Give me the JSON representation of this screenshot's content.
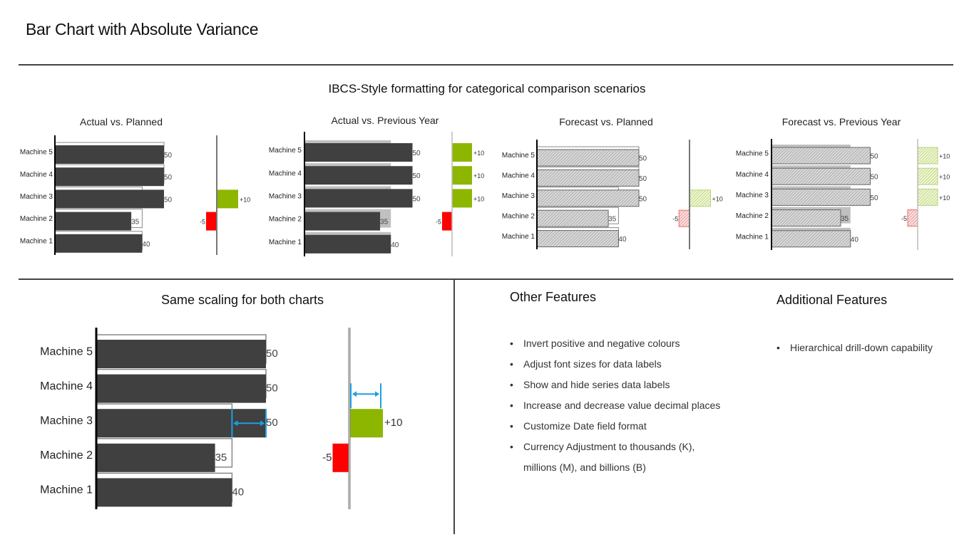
{
  "page": {
    "title": "Bar Chart with Absolute Variance",
    "subtitle": "IBCS-Style formatting for categorical comparison scenarios"
  },
  "colors": {
    "actual": "#404040",
    "planned_outline": "#888888",
    "previous_year": "#c0c0c0",
    "positive": "#8db600",
    "negative": "#ff0000",
    "positive_light": "#d4e6a0",
    "negative_light": "#f5a0a0",
    "annotation": "#1ea0e0",
    "divider": "#444444"
  },
  "chart_data": [
    {
      "type": "bar",
      "title": "Actual vs. Planned",
      "style": "actual-vs-plan",
      "categories": [
        "Machine 5",
        "Machine 4",
        "Machine 3",
        "Machine 2",
        "Machine 1"
      ],
      "series": [
        {
          "name": "Actual",
          "values": [
            50,
            50,
            50,
            35,
            40
          ]
        },
        {
          "name": "Planned",
          "values": [
            50,
            50,
            40,
            40,
            40
          ]
        }
      ],
      "variance": [
        0,
        0,
        10,
        -5,
        0
      ],
      "value_labels": [
        "50",
        "50",
        "50",
        "35",
        "40"
      ],
      "variance_labels": [
        "",
        "",
        "+10",
        "-5",
        ""
      ]
    },
    {
      "type": "bar",
      "title": "Actual vs. Previous Year",
      "style": "actual-vs-py",
      "categories": [
        "Machine 5",
        "Machine 4",
        "Machine 3",
        "Machine 2",
        "Machine 1"
      ],
      "series": [
        {
          "name": "Actual",
          "values": [
            50,
            50,
            50,
            35,
            40
          ]
        },
        {
          "name": "Previous Year",
          "values": [
            40,
            40,
            40,
            40,
            40
          ]
        }
      ],
      "variance": [
        10,
        10,
        10,
        -5,
        0
      ],
      "value_labels": [
        "50",
        "50",
        "50",
        "35",
        "40"
      ],
      "variance_labels": [
        "+10",
        "+10",
        "+10",
        "-5",
        ""
      ]
    },
    {
      "type": "bar",
      "title": "Forecast vs. Planned",
      "style": "forecast-vs-plan",
      "categories": [
        "Machine 5",
        "Machine 4",
        "Machine 3",
        "Machine 2",
        "Machine 1"
      ],
      "series": [
        {
          "name": "Forecast",
          "values": [
            50,
            50,
            50,
            35,
            40
          ]
        },
        {
          "name": "Planned",
          "values": [
            50,
            50,
            40,
            40,
            40
          ]
        }
      ],
      "variance": [
        0,
        0,
        10,
        -5,
        0
      ],
      "value_labels": [
        "50",
        "50",
        "50",
        "35",
        "40"
      ],
      "variance_labels": [
        "",
        "",
        "+10",
        "-5",
        ""
      ]
    },
    {
      "type": "bar",
      "title": "Forecast vs. Previous Year",
      "style": "forecast-vs-py",
      "categories": [
        "Machine 5",
        "Machine 4",
        "Machine 3",
        "Machine 2",
        "Machine 1"
      ],
      "series": [
        {
          "name": "Forecast",
          "values": [
            50,
            50,
            50,
            35,
            40
          ]
        },
        {
          "name": "Previous Year",
          "values": [
            40,
            40,
            40,
            40,
            40
          ]
        }
      ],
      "variance": [
        10,
        10,
        10,
        -5,
        0
      ],
      "value_labels": [
        "50",
        "50",
        "50",
        "35",
        "40"
      ],
      "variance_labels": [
        "+10",
        "+10",
        "+10",
        "-5",
        ""
      ]
    },
    {
      "type": "bar",
      "title": "Same scaling for both charts",
      "style": "actual-vs-plan",
      "annotated": true,
      "categories": [
        "Machine 5",
        "Machine 4",
        "Machine 3",
        "Machine 2",
        "Machine 1"
      ],
      "series": [
        {
          "name": "Actual",
          "values": [
            50,
            50,
            50,
            35,
            40
          ]
        },
        {
          "name": "Planned",
          "values": [
            50,
            50,
            40,
            40,
            40
          ]
        }
      ],
      "variance": [
        0,
        0,
        10,
        -5,
        0
      ],
      "value_labels": [
        "50",
        "50",
        "50",
        "35",
        "40"
      ],
      "variance_labels": [
        "",
        "",
        "+10",
        "-5",
        ""
      ]
    }
  ],
  "other_features": {
    "heading": "Other Features",
    "items": [
      "Invert positive and negative colours",
      "Adjust font sizes for data labels",
      "Show and hide series data labels",
      "Increase and decrease value decimal places",
      "Customize Date field format",
      "Currency Adjustment to thousands (K),"
    ],
    "item_continuation": "millions (M), and billions (B)"
  },
  "additional_features": {
    "heading": "Additional Features",
    "items": [
      "Hierarchical drill-down capability"
    ]
  }
}
